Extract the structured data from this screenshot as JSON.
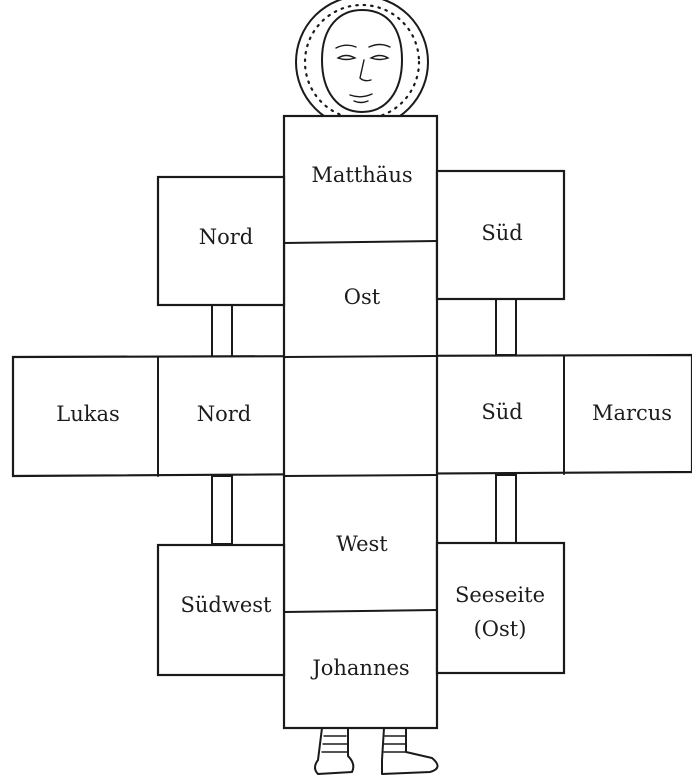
{
  "labels": {
    "top": "Matthäus",
    "upper_left": "Nord",
    "upper_right": "Süd",
    "center_upper": "Ost",
    "arm_left_outer": "Lukas",
    "arm_left_inner": "Nord",
    "arm_right_inner": "Süd",
    "arm_right_outer": "Marcus",
    "center_lower": "West",
    "lower_left": "Südwest",
    "lower_right_line1": "Seeseite",
    "lower_right_line2": "(Ost)",
    "bottom": "Johannes"
  },
  "colors": {
    "ink": "#1a1a1a",
    "paper": "#ffffff"
  }
}
